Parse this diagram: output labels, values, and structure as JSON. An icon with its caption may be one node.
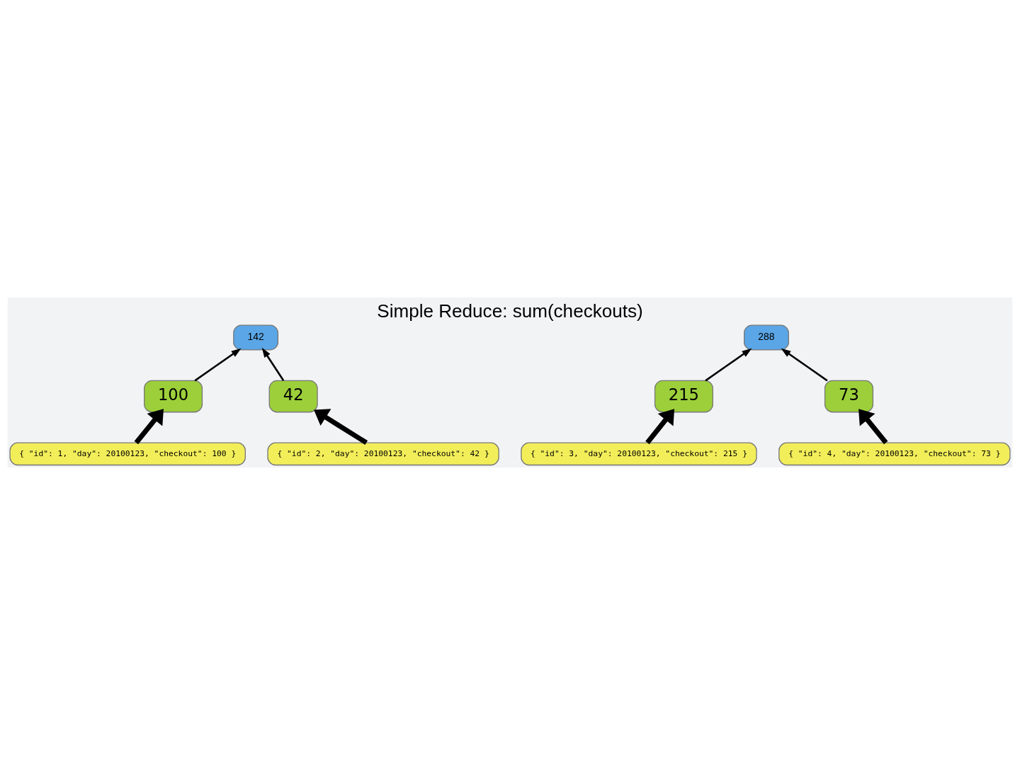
{
  "diagram": {
    "title": "Simple Reduce: sum(checkouts)",
    "nodes": [
      {
        "text": [
          "142"
        ]
      },
      {
        "text": [
          "288"
        ]
      },
      {
        "text": [
          "100"
        ]
      },
      {
        "text": [
          "42"
        ]
      },
      {
        "text": [
          "215"
        ]
      },
      {
        "text": [
          "73"
        ]
      },
      {
        "text": [
          "{ \"id\": 1, \"day\": 20100123, \"checkout\": 100 }"
        ]
      },
      {
        "text": [
          "{ \"id\": 2, \"day\": 20100123, \"checkout\": 42 }"
        ]
      },
      {
        "text": [
          "{ \"id\": 3, \"day\": 20100123, \"checkout\": 215 }"
        ]
      },
      {
        "text": [
          "{ \"id\": 4, \"day\": 20100123, \"checkout\": 73 }"
        ]
      }
    ],
    "edges": [
      {
        "from": 2,
        "to": 0,
        "arrow": "to"
      },
      {
        "from": 3,
        "to": 0,
        "arrow": "to"
      },
      {
        "from": 4,
        "to": 1,
        "arrow": "to"
      },
      {
        "from": 5,
        "to": 1,
        "arrow": "to"
      },
      {
        "from": 6,
        "to": 2,
        "arrow": "to",
        "style": "thick"
      },
      {
        "from": 7,
        "to": 3,
        "arrow": "to",
        "style": "thick"
      },
      {
        "from": 8,
        "to": 4,
        "arrow": "to",
        "style": "thick"
      },
      {
        "from": 9,
        "to": 5,
        "arrow": "to",
        "style": "thick"
      }
    ]
  }
}
